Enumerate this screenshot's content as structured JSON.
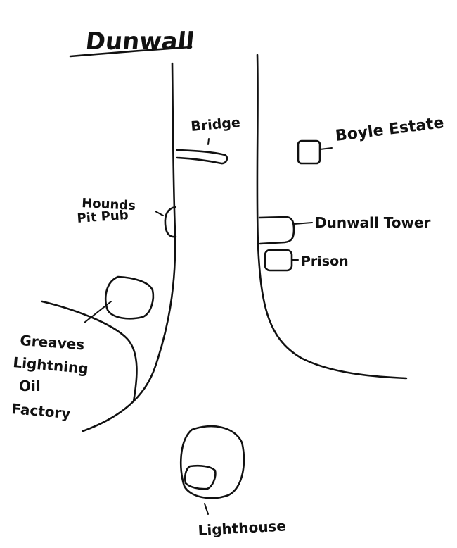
{
  "map": {
    "title": "Dunwall",
    "labels": {
      "bridge": "Bridge",
      "boyle_estate": "Boyle Estate",
      "hounds_pit_pub_line1": "Hounds",
      "hounds_pit_pub_line2": "Pit Pub",
      "dunwall_tower": "Dunwall Tower",
      "prison": "Prison",
      "greaves_line1": "Greaves",
      "greaves_line2": "Lightning",
      "greaves_line3": "Oil",
      "greaves_line4": "Factory",
      "lighthouse": "Lighthouse"
    },
    "colors": {
      "ink": "#111111",
      "paper": "#ffffff"
    }
  }
}
